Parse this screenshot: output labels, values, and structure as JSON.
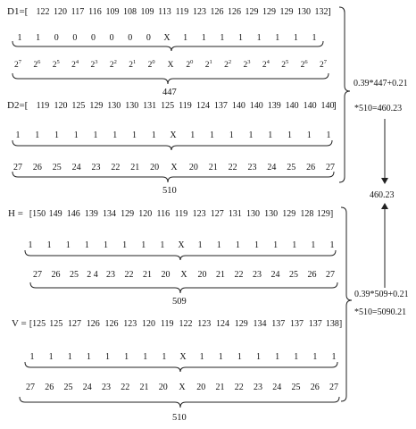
{
  "rows": {
    "d1_label": "D1=[",
    "d1_values": [
      "122",
      "120",
      "117",
      "116",
      "109",
      "108",
      "109",
      "113",
      "119",
      "123",
      "126",
      "126",
      "129",
      "129",
      "129",
      "130",
      "132"
    ],
    "d1_close": "]",
    "d1_bits": [
      "1",
      "1",
      "0",
      "0",
      "0",
      "0",
      "0",
      "0",
      "X",
      "1",
      "1",
      "1",
      "1",
      "1",
      "1",
      "1",
      "1"
    ],
    "d1_weights": [
      [
        "2",
        "7"
      ],
      [
        "2",
        "6"
      ],
      [
        "2",
        "5"
      ],
      [
        "2",
        "4"
      ],
      [
        "2",
        "3"
      ],
      [
        "2",
        "2"
      ],
      [
        "2",
        "1"
      ],
      [
        "2",
        "0"
      ],
      [
        "X",
        ""
      ],
      [
        "2",
        "0"
      ],
      [
        "2",
        "1"
      ],
      [
        "2",
        "2"
      ],
      [
        "2",
        "3"
      ],
      [
        "2",
        "4"
      ],
      [
        "2",
        "5"
      ],
      [
        "2",
        "6"
      ],
      [
        "2",
        "7"
      ]
    ],
    "d1_sum": "447",
    "d2_label": "D2=[",
    "d2_values": [
      "119",
      "120",
      "125",
      "129",
      "130",
      "130",
      "131",
      "125",
      "119",
      "124",
      "137",
      "140",
      "140",
      "139",
      "140",
      "140",
      "140"
    ],
    "d2_close": "]",
    "d2_bits": [
      "1",
      "1",
      "1",
      "1",
      "1",
      "1",
      "1",
      "1",
      "X",
      "1",
      "1",
      "1",
      "1",
      "1",
      "1",
      "1",
      "1"
    ],
    "d2_weights": [
      "27",
      "26",
      "25",
      "24",
      "23",
      "22",
      "21",
      "20",
      "X",
      "20",
      "21",
      "22",
      "23",
      "24",
      "25",
      "26",
      "27"
    ],
    "d2_sum": "510",
    "h_label": "H =",
    "h_values": [
      "[150",
      "149",
      "146",
      "139",
      "134",
      "129",
      "120",
      "116",
      "119",
      "123",
      "127",
      "131",
      "130",
      "130",
      "129",
      "128",
      "129]"
    ],
    "h_bits": [
      "1",
      "1",
      "1",
      "1",
      "1",
      "1",
      "1",
      "1",
      "X",
      "1",
      "1",
      "1",
      "1",
      "1",
      "1",
      "1",
      "1"
    ],
    "h_weights": [
      "27",
      "26",
      "25",
      "2 4",
      "23",
      "22",
      "21",
      "20",
      "X",
      "20",
      "21",
      "22",
      "23",
      "24",
      "25",
      "26",
      "27"
    ],
    "h_sum": "509",
    "v_label": "V =",
    "v_values": [
      "[125",
      "125",
      "127",
      "126",
      "126",
      "123",
      "120",
      "119",
      "122",
      "123",
      "124",
      "129",
      "134",
      "137",
      "137",
      "137",
      "138]"
    ],
    "v_bits": [
      "1",
      "1",
      "1",
      "1",
      "1",
      "1",
      "1",
      "1",
      "X",
      "1",
      "1",
      "1",
      "1",
      "1",
      "1",
      "1",
      "1"
    ],
    "v_weights": [
      "27",
      "26",
      "25",
      "24",
      "23",
      "22",
      "21",
      "20",
      "X",
      "20",
      "21",
      "22",
      "23",
      "24",
      "25",
      "26",
      "27"
    ],
    "v_sum": "510"
  },
  "calculations": {
    "upper_formula": "0.39*447+0.21",
    "upper_result": "*510=460.23",
    "lower_formula": "0.39*509+0.21",
    "lower_result": "*510=5090.21",
    "center_value": "460.23"
  }
}
